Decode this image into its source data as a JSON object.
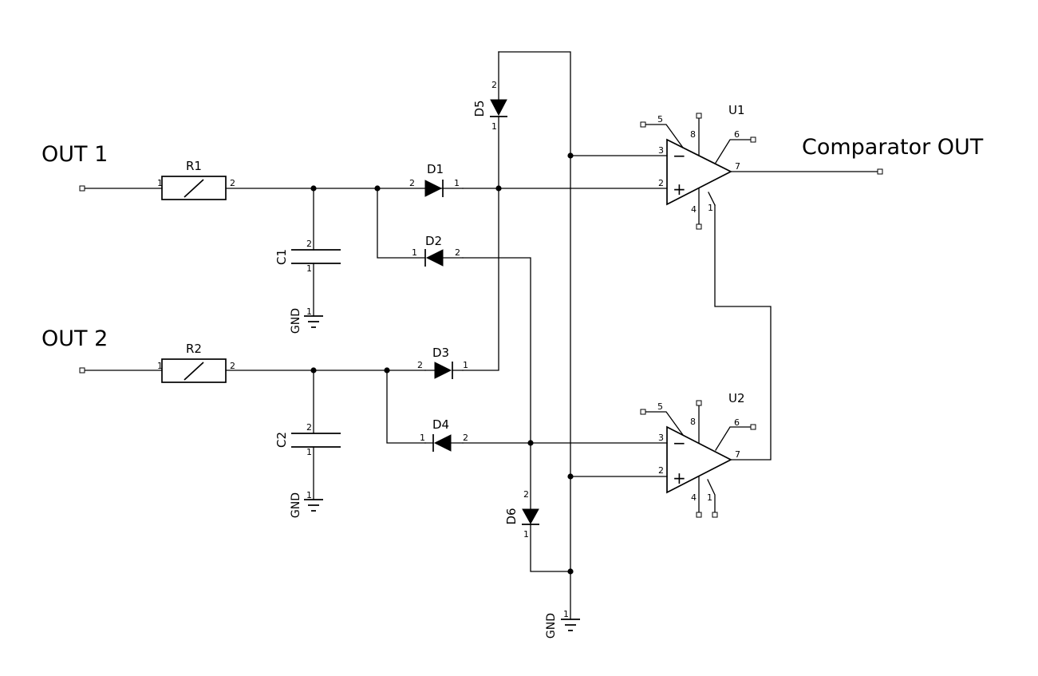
{
  "labels": {
    "out1": "OUT 1",
    "out2": "OUT 2",
    "comparator_out": "Comparator OUT"
  },
  "refs": {
    "R1": "R1",
    "R2": "R2",
    "C1": "C1",
    "C2": "C2",
    "D1": "D1",
    "D2": "D2",
    "D3": "D3",
    "D4": "D4",
    "D5": "D5",
    "D6": "D6",
    "U1": "U1",
    "U2": "U2"
  },
  "net_labels": {
    "gnd": "GND"
  },
  "opamp_symbols": {
    "minus": "−",
    "plus": "+"
  },
  "pins": {
    "p1": "1",
    "p2": "2",
    "p3": "3",
    "p4": "4",
    "p5": "5",
    "p6": "6",
    "p7": "7",
    "p8": "8"
  }
}
